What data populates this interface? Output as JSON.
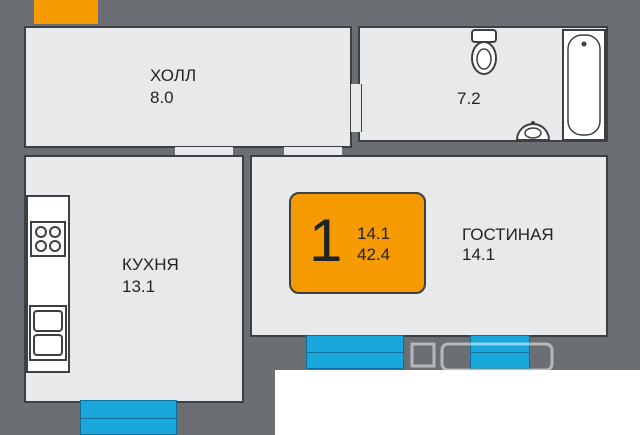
{
  "colors": {
    "wall": "#6b6f73",
    "floor": "#e7e9ea",
    "accent": "#f59a00",
    "window": "#19a7db"
  },
  "rooms": {
    "hall": {
      "name": "ХОЛЛ",
      "area": "8.0"
    },
    "bathroom": {
      "area": "7.2"
    },
    "kitchen": {
      "name": "КУХНЯ",
      "area": "13.1"
    },
    "living": {
      "name": "ГОСТИНАЯ",
      "area": "14.1"
    }
  },
  "badge": {
    "rooms": "1",
    "living_area": "14.1",
    "total_area": "42.4"
  },
  "icons": [
    "toilet-icon",
    "sink-icon",
    "bathtub-icon",
    "stove-icon",
    "kitchen-sink-icon"
  ]
}
